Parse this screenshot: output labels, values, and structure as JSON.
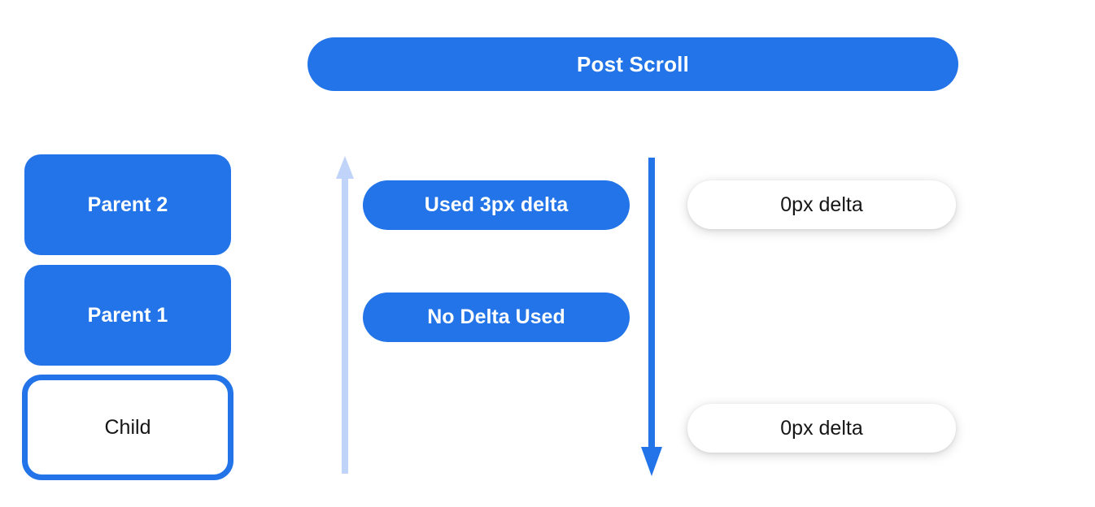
{
  "colors": {
    "blue": "#2274e8",
    "light_blue": "#bfd4f8",
    "pill_text_light": "#ffffff",
    "text_dark": "#161616",
    "white_pill_shadow": "rgba(0,0,0,0.16)"
  },
  "title_pill": {
    "label": "Post Scroll"
  },
  "left_stack": {
    "parent2_label": "Parent 2",
    "parent1_label": "Parent 1",
    "child_label": "Child"
  },
  "arrows": {
    "up": {
      "name": "scroll-up-arrow",
      "color": "#bfd4f8",
      "direction": "up"
    },
    "down": {
      "name": "scroll-down-arrow",
      "color": "#2274e8",
      "direction": "down"
    }
  },
  "delta_pills": {
    "used_label": "Used 3px delta",
    "none_label": "No Delta Used"
  },
  "result_pills": {
    "top_label": "0px delta",
    "bottom_label": "0px delta"
  }
}
